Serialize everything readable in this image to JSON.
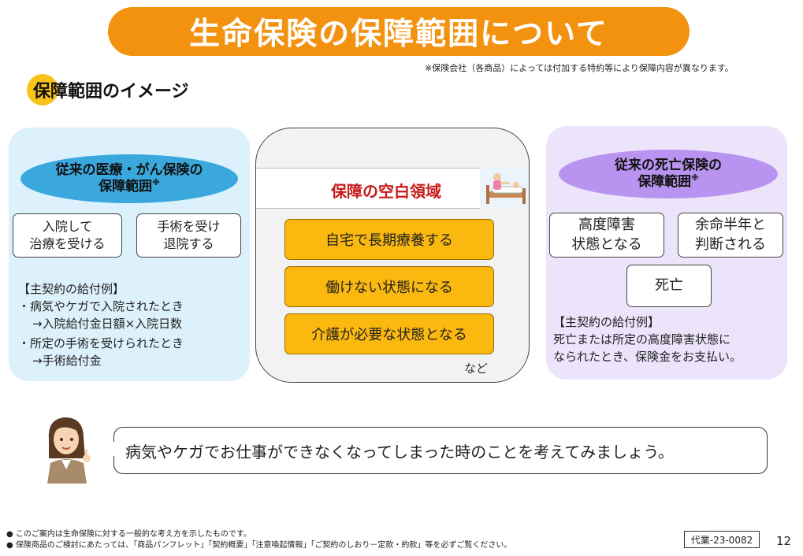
{
  "title": "生命保険の保障範囲について",
  "note_top": "※保険会社（各商品）によっては付加する特約等により保障内容が異なります。",
  "subtitle": "保障範囲のイメージ",
  "left": {
    "heading_line1": "従来の医療・がん保険の",
    "heading_line2": "保障範囲",
    "heading_mark": "※",
    "box1_line1": "入院して",
    "box1_line2": "治療を受ける",
    "box2_line1": "手術を受け",
    "box2_line2": "退院する",
    "example_title": "【主契約の給付例】",
    "ex1_line1": "・病気やケガで入院されたとき",
    "ex1_line2": "→入院給付金日額×入院日数",
    "ex2_line1": "・所定の手術を受けられたとき",
    "ex2_line2": "→手術給付金"
  },
  "center": {
    "title": "保障の空白領域",
    "items": [
      "自宅で長期療養する",
      "働けない状態になる",
      "介護が必要な状態となる"
    ],
    "etc": "など"
  },
  "right": {
    "heading_line1": "従来の死亡保険の",
    "heading_line2": "保障範囲",
    "heading_mark": "※",
    "box1_line1": "高度障害",
    "box1_line2": "状態となる",
    "box2_line1": "余命半年と",
    "box2_line2": "判断される",
    "box3": "死亡",
    "example_title": "【主契約の給付例】",
    "ex_line1": "死亡または所定の高度障害状態に",
    "ex_line2": "なられたとき、保険金をお支払い。"
  },
  "speech": "病気やケガでお仕事ができなくなってしまった時のことを考えてみましょう。",
  "footnotes": [
    "●  このご案内は生命保険に対する一般的な考え方を示したものです。",
    "●  保険商品のご検討にあたっては、「商品パンフレット」「契約概要」「注意喚起情報」「ご契約のしおり－定款・約款」等を必ずご覧ください。"
  ],
  "doc_number": "代業-23-0082",
  "page_number": "12",
  "colors": {
    "title_bg": "#f3920f",
    "left_panel": "#dcf1fb",
    "left_ellipse": "#3aa8dd",
    "right_panel": "#ece4fb",
    "right_ellipse": "#b894f0",
    "center_item": "#fbb80f",
    "gap_title": "#c81a1a"
  },
  "icons": {
    "nurse_illustration": "nurse-bed-icon",
    "presenter": "presenter-woman-icon"
  }
}
